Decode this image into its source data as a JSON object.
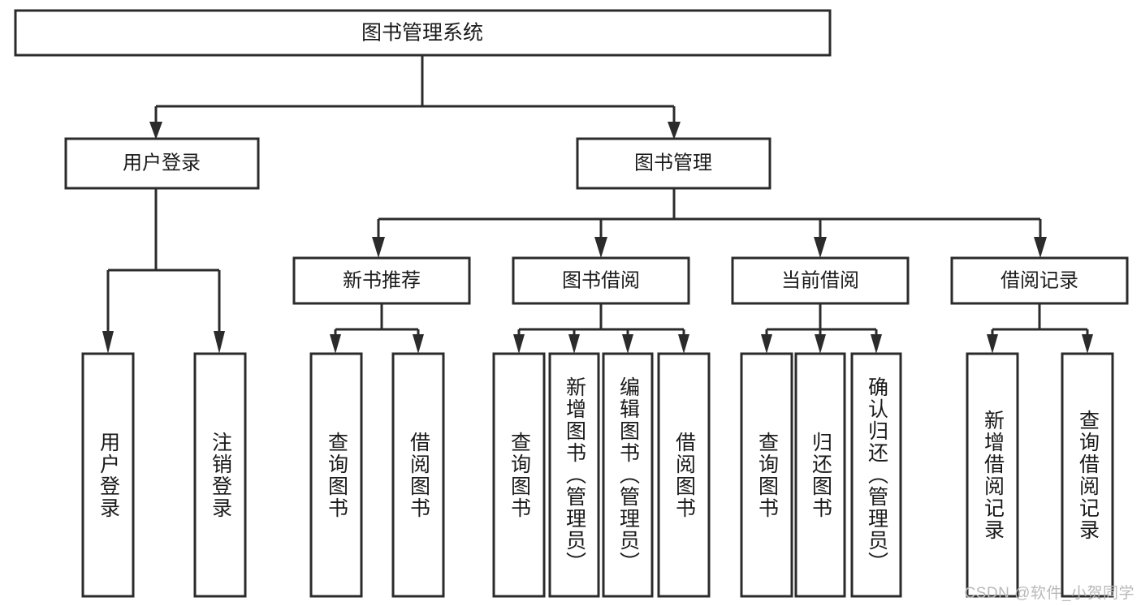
{
  "diagram": {
    "type": "tree",
    "title": "图书管理系统",
    "watermark": "CSDN @软件_小贺同学",
    "colors": {
      "stroke": "#2b2b2b",
      "fill": "#ffffff",
      "text": "#1a1a1a",
      "watermark": "#b9b9b9",
      "background": "#ffffff"
    },
    "root": {
      "label": "图书管理系统"
    },
    "level2": [
      {
        "id": "user-login",
        "label": "用户登录"
      },
      {
        "id": "book-manage",
        "label": "图书管理"
      }
    ],
    "level3": [
      {
        "id": "new-book-rec",
        "label": "新书推荐",
        "parent": "book-manage"
      },
      {
        "id": "book-borrow",
        "label": "图书借阅",
        "parent": "book-manage"
      },
      {
        "id": "current-borrow",
        "label": "当前借阅",
        "parent": "book-manage"
      },
      {
        "id": "borrow-record",
        "label": "借阅记录",
        "parent": "book-manage"
      }
    ],
    "leaves": [
      {
        "id": "leaf-user-login",
        "label": "用户登录",
        "parent": "user-login"
      },
      {
        "id": "leaf-logout",
        "label": "注销登录",
        "parent": "user-login"
      },
      {
        "id": "leaf-query-book-1",
        "label": "查询图书",
        "parent": "new-book-rec"
      },
      {
        "id": "leaf-borrow-book-1",
        "label": "借阅图书",
        "parent": "new-book-rec"
      },
      {
        "id": "leaf-query-book-2",
        "label": "查询图书",
        "parent": "book-borrow"
      },
      {
        "id": "leaf-add-book",
        "label": "新增图书（管理员）",
        "parent": "book-borrow"
      },
      {
        "id": "leaf-edit-book",
        "label": "编辑图书（管理员）",
        "parent": "book-borrow"
      },
      {
        "id": "leaf-borrow-book-2",
        "label": "借阅图书",
        "parent": "book-borrow"
      },
      {
        "id": "leaf-query-book-3",
        "label": "查询图书",
        "parent": "current-borrow"
      },
      {
        "id": "leaf-return-book",
        "label": "归还图书",
        "parent": "current-borrow"
      },
      {
        "id": "leaf-confirm-return",
        "label": "确认归还（管理员）",
        "parent": "current-borrow"
      },
      {
        "id": "leaf-add-record",
        "label": "新增借阅记录",
        "parent": "borrow-record"
      },
      {
        "id": "leaf-query-record",
        "label": "查询借阅记录",
        "parent": "borrow-record"
      }
    ]
  }
}
